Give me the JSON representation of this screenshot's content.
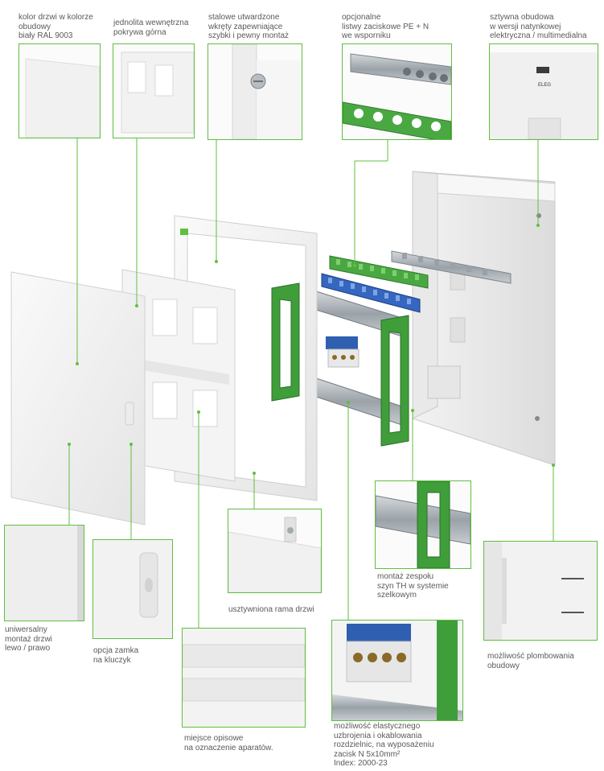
{
  "colors": {
    "accent_green": "#5fbf3f",
    "part_green": "#3f9e3a",
    "part_blue": "#2f5fb0",
    "panel_white": "#f3f3f3"
  },
  "captions": {
    "door_color": "kolor drzwi w kolorze\nobudowy\nbiały RAL 9003",
    "top_cover": "jednolita wewnętrzna\npokrywa górna",
    "steel_screws": "stalowe utwardzone\nwkręty zapewniające\nszybki i pewny montaż",
    "terminal_strips": "opcjonalne\nlistwy zaciskowe PE + N\nwe wsporniku",
    "rigid_housing": "sztywna obudowa\nw wersji natynkowej\nelektryczna / multimedialna",
    "universal_mount": "uniwersalny\nmontaż drzwi\nlewo / prawo",
    "key_lock": "opcja zamka\nna kluczyk",
    "rail_mount": "montaż zespołu\nszyn TH w systemie\nszelkowym",
    "reinforced_frame": "usztywniona rama drzwi",
    "seal_option": "możliwość plombowania\nobudowy",
    "label_place": "miejsce opisowe\nna oznaczenie aparatów.",
    "flexible_wiring": "możliwość elastycznego\nuzbrojenia i okablowania\nrozdzielnic, na wyposażeniu\nzacisk N 5x10mm²\nIndex: 2000-23"
  },
  "product": {
    "logo_text": "ELEG"
  }
}
